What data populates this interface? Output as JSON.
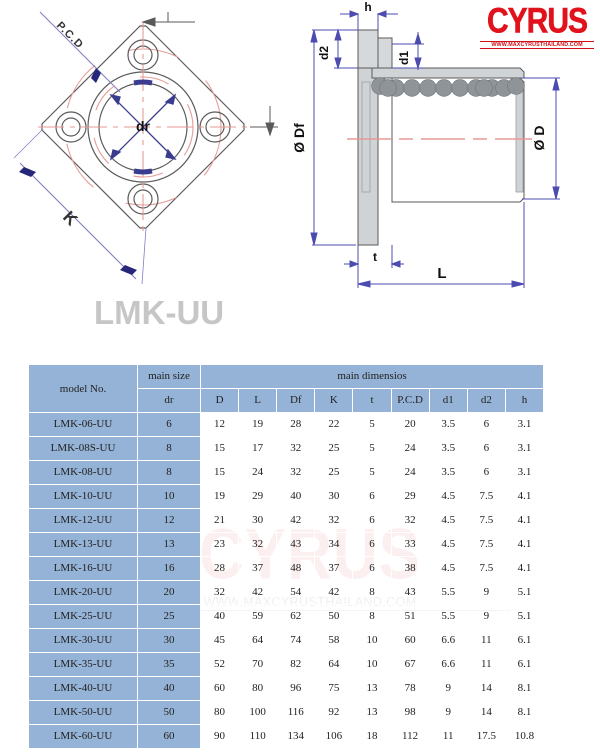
{
  "logo": {
    "brand": "CYRUS",
    "url": "WWW.MAXCYRUSTHAILAND.COM"
  },
  "watermark": {
    "brand": "CYRUS",
    "url": "WWW.MAXCYRUSTHAILAND.COM"
  },
  "part_title": "LMK-UU",
  "drawings": {
    "front_view": {
      "labels": {
        "pcd": "P.C.D",
        "k": "K",
        "dr": "dr"
      }
    },
    "section_view": {
      "labels": {
        "h": "h",
        "d1": "d1",
        "d2": "d2",
        "df": "Ø Df",
        "d": "Ø D",
        "t": "t",
        "l": "L"
      },
      "ball_count": 12
    }
  },
  "table": {
    "header": {
      "model": "model No.",
      "main_size": "main size",
      "main_dimensions": "main dimensios",
      "columns": [
        "dr",
        "D",
        "L",
        "Df",
        "K",
        "t",
        "P.C.D",
        "d1",
        "d2",
        "h"
      ]
    },
    "rows": [
      {
        "model": "LMK-06-UU",
        "dr": "6",
        "D": "12",
        "L": "19",
        "Df": "28",
        "K": "22",
        "t": "5",
        "PCD": "20",
        "d1": "3.5",
        "d2": "6",
        "h": "3.1"
      },
      {
        "model": "LMK-08S-UU",
        "dr": "8",
        "D": "15",
        "L": "17",
        "Df": "32",
        "K": "25",
        "t": "5",
        "PCD": "24",
        "d1": "3.5",
        "d2": "6",
        "h": "3.1"
      },
      {
        "model": "LMK-08-UU",
        "dr": "8",
        "D": "15",
        "L": "24",
        "Df": "32",
        "K": "25",
        "t": "5",
        "PCD": "24",
        "d1": "3.5",
        "d2": "6",
        "h": "3.1"
      },
      {
        "model": "LMK-10-UU",
        "dr": "10",
        "D": "19",
        "L": "29",
        "Df": "40",
        "K": "30",
        "t": "6",
        "PCD": "29",
        "d1": "4.5",
        "d2": "7.5",
        "h": "4.1"
      },
      {
        "model": "LMK-12-UU",
        "dr": "12",
        "D": "21",
        "L": "30",
        "Df": "42",
        "K": "32",
        "t": "6",
        "PCD": "32",
        "d1": "4.5",
        "d2": "7.5",
        "h": "4.1"
      },
      {
        "model": "LMK-13-UU",
        "dr": "13",
        "D": "23",
        "L": "32",
        "Df": "43",
        "K": "34",
        "t": "6",
        "PCD": "33",
        "d1": "4.5",
        "d2": "7.5",
        "h": "4.1"
      },
      {
        "model": "LMK-16-UU",
        "dr": "16",
        "D": "28",
        "L": "37",
        "Df": "48",
        "K": "37",
        "t": "6",
        "PCD": "38",
        "d1": "4.5",
        "d2": "7.5",
        "h": "4.1"
      },
      {
        "model": "LMK-20-UU",
        "dr": "20",
        "D": "32",
        "L": "42",
        "Df": "54",
        "K": "42",
        "t": "8",
        "PCD": "43",
        "d1": "5.5",
        "d2": "9",
        "h": "5.1"
      },
      {
        "model": "LMK-25-UU",
        "dr": "25",
        "D": "40",
        "L": "59",
        "Df": "62",
        "K": "50",
        "t": "8",
        "PCD": "51",
        "d1": "5.5",
        "d2": "9",
        "h": "5.1"
      },
      {
        "model": "LMK-30-UU",
        "dr": "30",
        "D": "45",
        "L": "64",
        "Df": "74",
        "K": "58",
        "t": "10",
        "PCD": "60",
        "d1": "6.6",
        "d2": "11",
        "h": "6.1"
      },
      {
        "model": "LMK-35-UU",
        "dr": "35",
        "D": "52",
        "L": "70",
        "Df": "82",
        "K": "64",
        "t": "10",
        "PCD": "67",
        "d1": "6.6",
        "d2": "11",
        "h": "6.1"
      },
      {
        "model": "LMK-40-UU",
        "dr": "40",
        "D": "60",
        "L": "80",
        "Df": "96",
        "K": "75",
        "t": "13",
        "PCD": "78",
        "d1": "9",
        "d2": "14",
        "h": "8.1"
      },
      {
        "model": "LMK-50-UU",
        "dr": "50",
        "D": "80",
        "L": "100",
        "Df": "116",
        "K": "92",
        "t": "13",
        "PCD": "98",
        "d1": "9",
        "d2": "14",
        "h": "8.1"
      },
      {
        "model": "LMK-60-UU",
        "dr": "60",
        "D": "90",
        "L": "110",
        "Df": "134",
        "K": "106",
        "t": "18",
        "PCD": "112",
        "d1": "11",
        "d2": "17.5",
        "h": "10.8"
      }
    ]
  },
  "colors": {
    "header_blue": "#95b3d7",
    "brand_red": "#e1121c",
    "title_gray": "#c6c6c6",
    "drawing_outline": "#5a5a5a",
    "dimension_blue": "#4b4bb0",
    "centerline_red": "#e79a95",
    "ball_gray": "#8f9499"
  }
}
